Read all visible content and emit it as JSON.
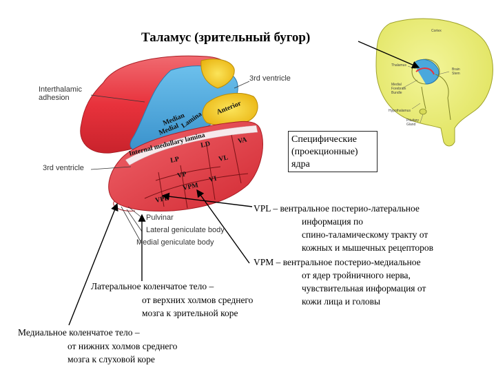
{
  "title": "Таламус (зрительный бугор)",
  "box_lines": [
    "Специфические",
    "(проекционные)",
    "ядра"
  ],
  "brain_labels": {
    "interthalamic": [
      "Interthalamic",
      "adhesion"
    ],
    "third_ventricle_top": "3rd ventricle",
    "third_ventricle_left": "3rd ventricle",
    "pulvinar": "Pulvinar",
    "lateral_gen": "Lateral geniculate body",
    "medial_gen": "Medial geniculate body"
  },
  "nuclei_labels": {
    "median": "Median",
    "medial": "Medial",
    "lamina": "Lamina",
    "anterior": "Anterior",
    "internal_lamina": "Internal medullary lamina",
    "lp": "LP",
    "ld": "LD",
    "va": "VA",
    "vl": "VL",
    "vp": "VP",
    "vpm": "VPM",
    "vpl": "VPL",
    "vi": "VI"
  },
  "inset_labels": {
    "cortex": "Cortex",
    "thalamus": "Thalamus",
    "medial_forebrain": [
      "Medial",
      "Forebrain",
      "Bundle"
    ],
    "brain_stem": [
      "Brain",
      "Stem"
    ],
    "hypothalamus": "Hypothalamus",
    "pituitary": [
      "Pituitary",
      "Gland"
    ]
  },
  "vpl_text": [
    "VPL – вентральное постерио-латеральное",
    "информация по",
    "спино-таламическому тракту от",
    "кожных и мышечных рецепторов"
  ],
  "vpm_text": [
    "VPM – вентральное постерио-медиальное",
    "от ядер тройничного нерва,",
    "чувствительная информация от",
    "кожи лица и головы"
  ],
  "lgb_text": [
    "Латеральное коленчатое тело –",
    "от верхних холмов среднего",
    "мозга к зрительной коре"
  ],
  "mgb_text": [
    "Медиальное коленчатое тело –",
    "от нижних холмов среднего",
    "мозга к слуховой коре"
  ],
  "colors": {
    "red": "#e8323c",
    "blue": "#4aa8dc",
    "yellow": "#f2c620",
    "inset": "#e9ec6c"
  }
}
